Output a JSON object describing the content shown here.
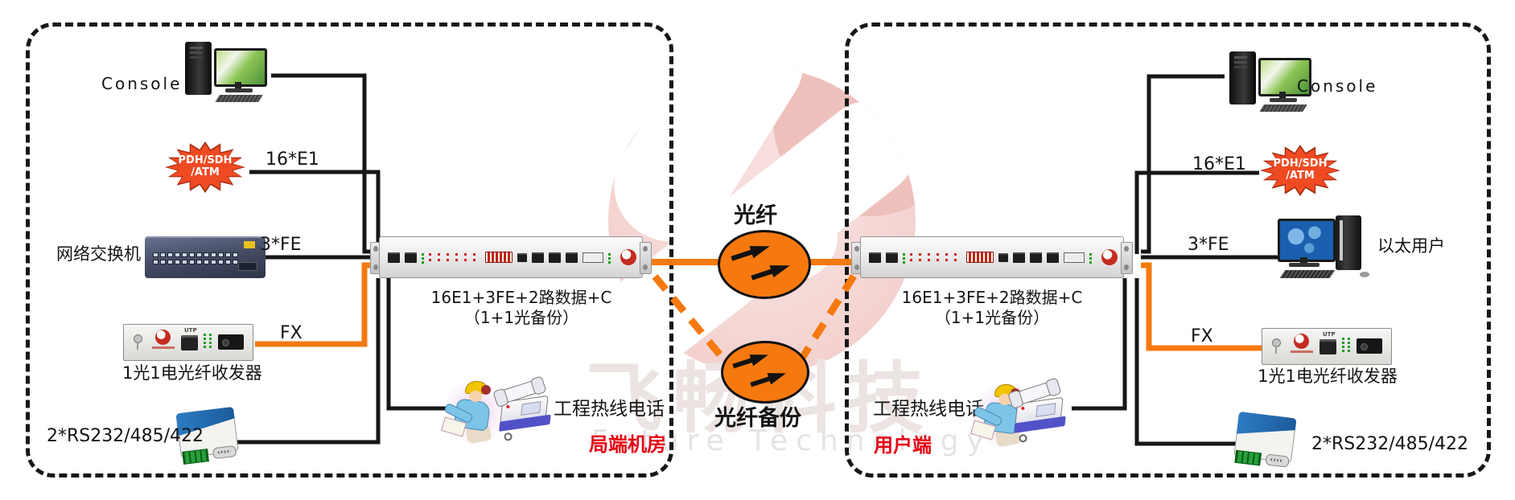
{
  "colors": {
    "orange": "#f5790f",
    "line_black": "#161616",
    "red_label": "#e60012",
    "starburst_fill": "#ef4b23",
    "starburst_edge": "#a82c10",
    "ellipse_fill": "#f5790f"
  },
  "watermark": {
    "cn": "飞畅科技",
    "en": "Future Technology"
  },
  "center": {
    "fiber": "光纤",
    "fiber_backup": "光纤备份"
  },
  "left": {
    "region": "局端机房",
    "console": "Console",
    "e1": "16*E1",
    "pdh_line1": "PDH/SDH",
    "pdh_line2": "/ATM",
    "switch": "网络交换机",
    "fe": "3*FE",
    "fx": "FX",
    "converter": "1光1电光纤收发器",
    "converter_port": "UTP",
    "serial": "2*RS232/485/422",
    "device_line1": "16E1+3FE+2路数据+C",
    "device_line2": "（1+1光备份）",
    "hotline": "工程热线电话"
  },
  "right": {
    "region": "用户端",
    "console": "Console",
    "e1": "16*E1",
    "pdh_line1": "PDH/SDH",
    "pdh_line2": "/ATM",
    "ethernet_user": "以太用户",
    "fe": "3*FE",
    "fx": "FX",
    "converter": "1光1电光纤收发器",
    "converter_port": "UTP",
    "serial": "2*RS232/485/422",
    "device_line1": "16E1+3FE+2路数据+C",
    "device_line2": "（1+1光备份）",
    "hotline": "工程热线电话"
  }
}
